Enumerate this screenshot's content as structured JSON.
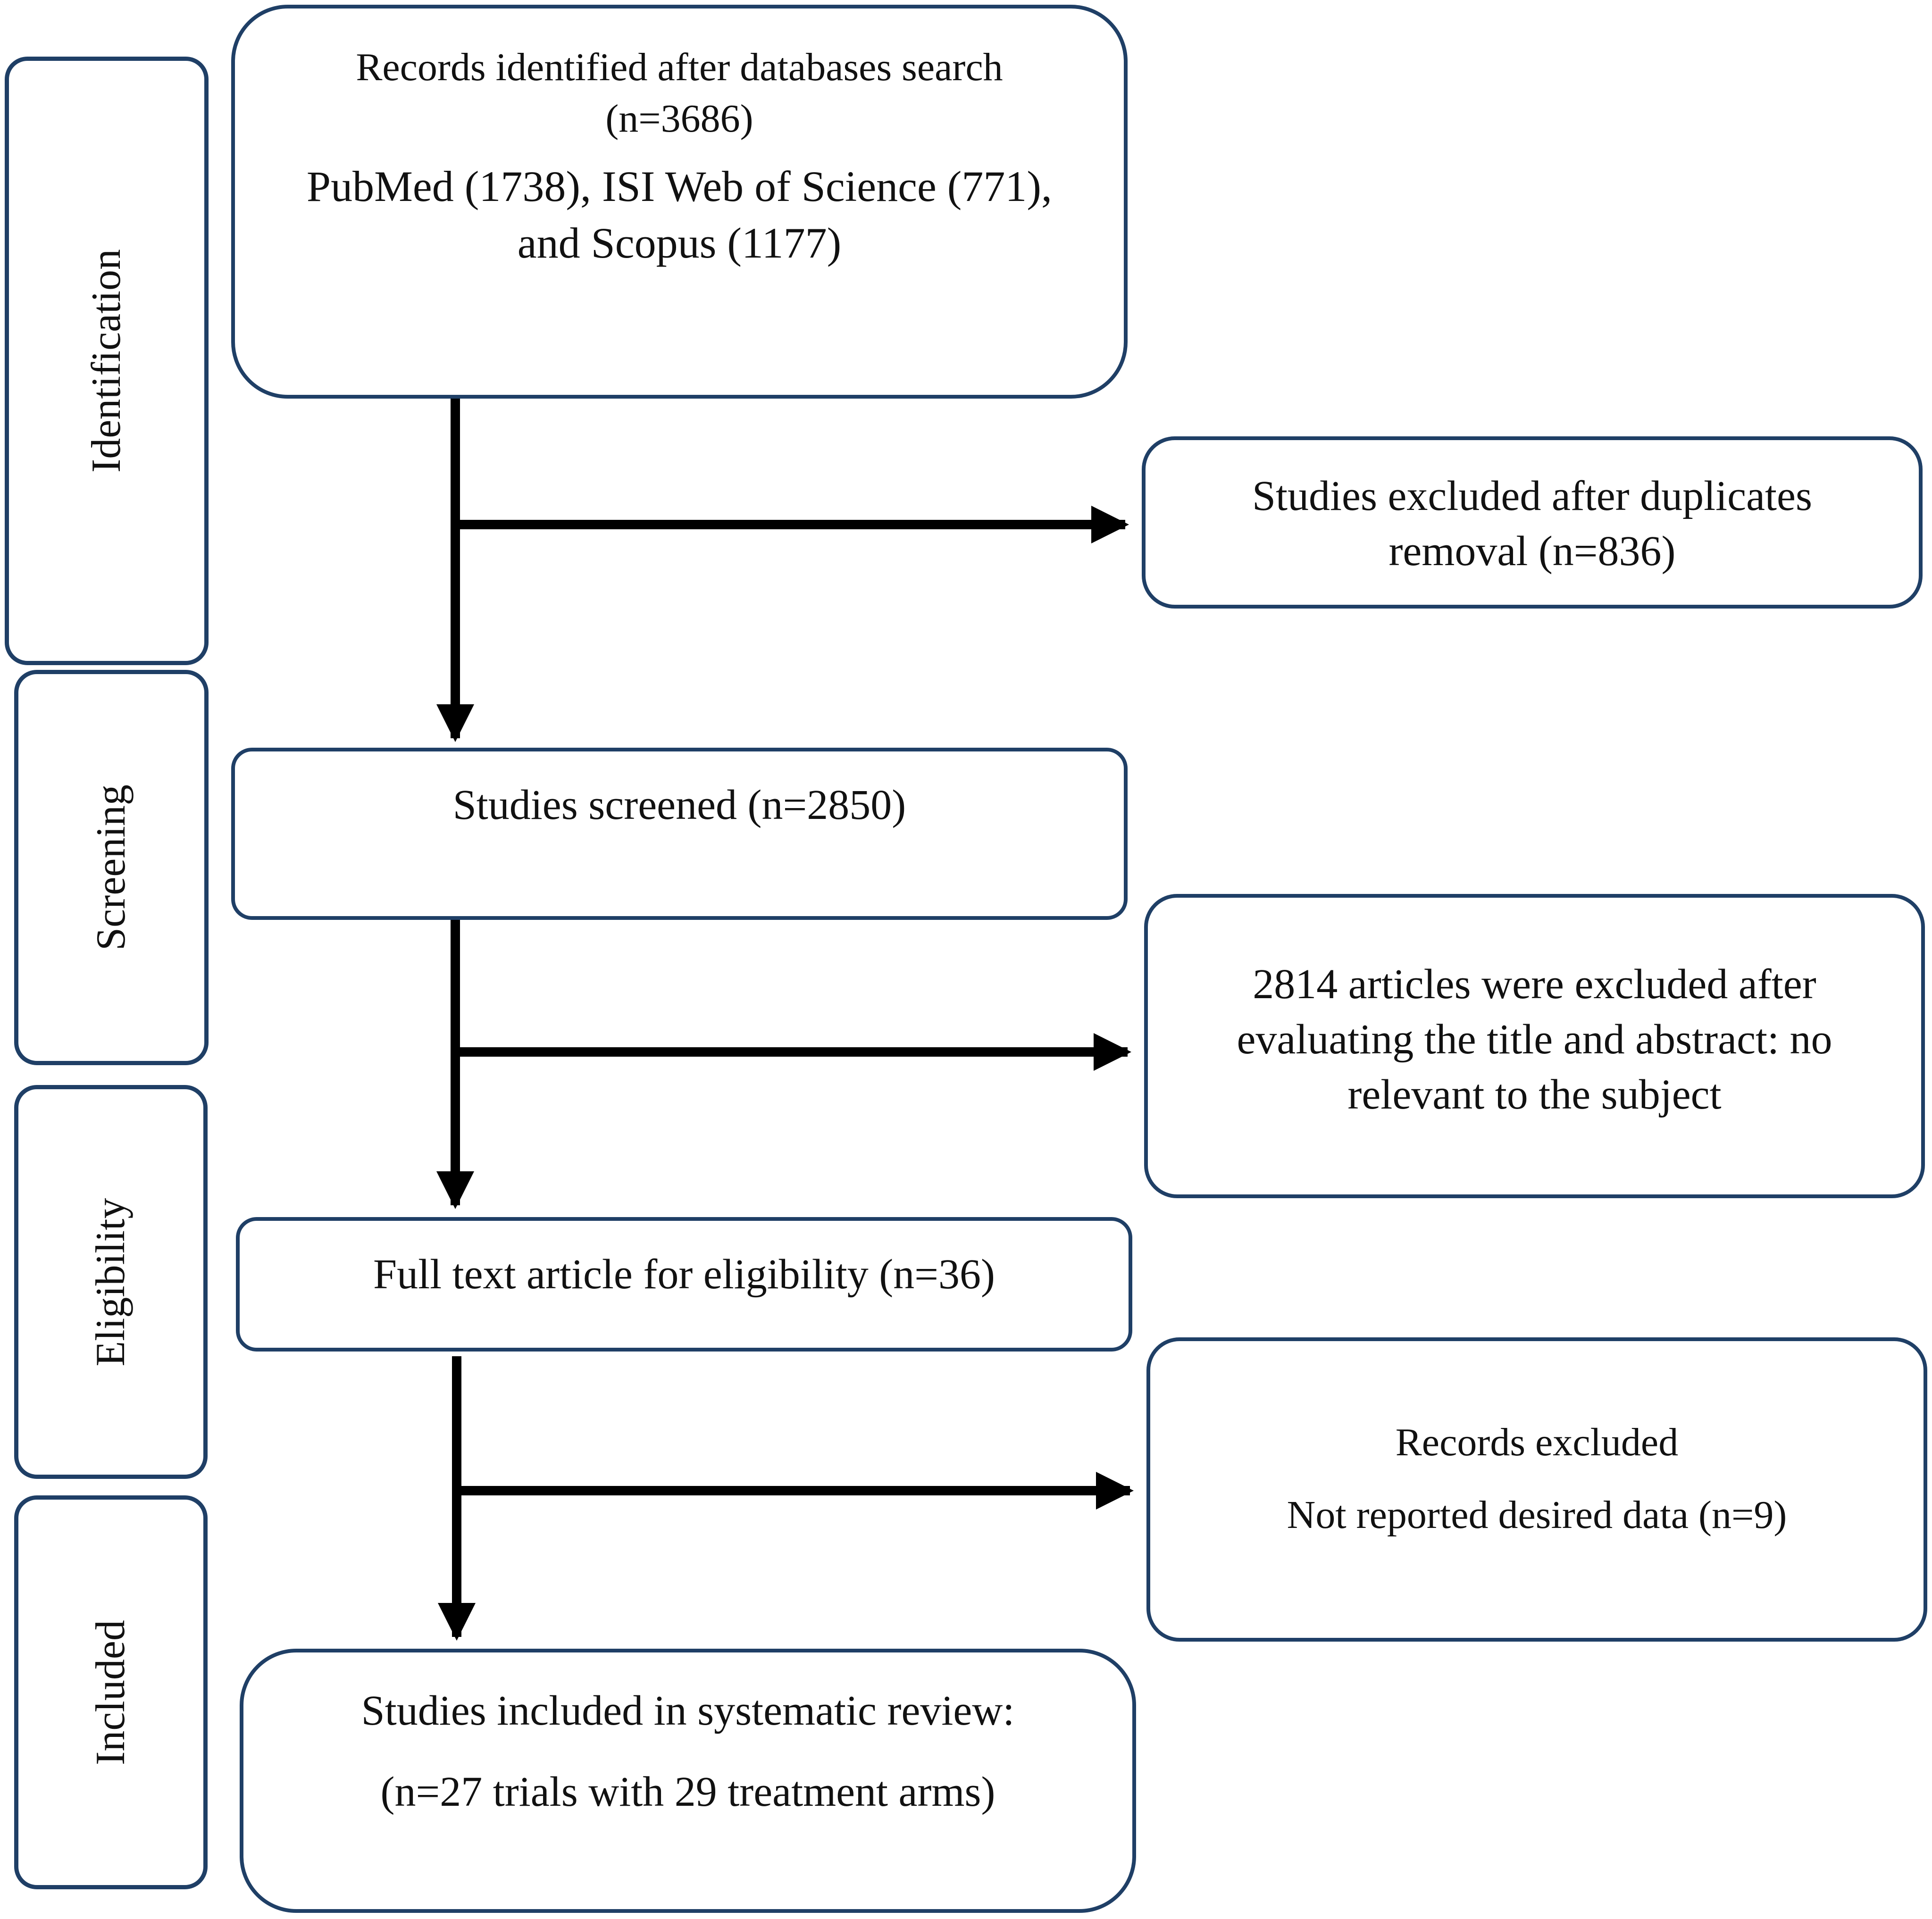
{
  "stages": {
    "identification": "Identification",
    "screening": "Screening",
    "eligibility": "Eligibility",
    "included": "Included"
  },
  "main_boxes": {
    "records_identified": {
      "line1": "Records identified after databases search",
      "line2": "(n=3686)",
      "line3": "PubMed (1738), ISI Web of Science (771),",
      "line4": "and Scopus (1177)"
    },
    "screened": {
      "line1": "Studies screened (n=2850)"
    },
    "full_text": {
      "line1": "Full text article for eligibility (n=36)"
    },
    "included": {
      "line1": "Studies included in systematic review:",
      "line2": "(n=27 trials with 29 treatment arms)"
    }
  },
  "side_boxes": {
    "duplicates": {
      "line1": "Studies excluded after duplicates",
      "line2": "removal (n=836)"
    },
    "title_abstract": {
      "line1": "2814 articles were excluded after",
      "line2": "evaluating the title and abstract: no",
      "line3": "relevant to the subject"
    },
    "records_excluded": {
      "line1": "Records excluded",
      "line2": "Not reported desired data (n=9)"
    }
  }
}
